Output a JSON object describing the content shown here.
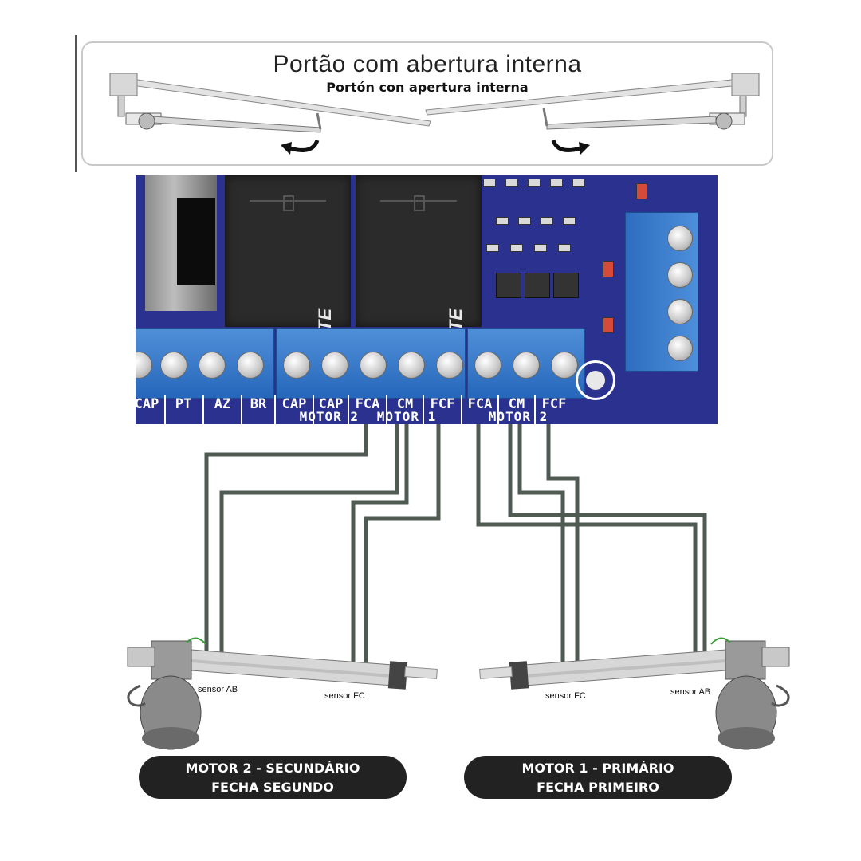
{
  "gate": {
    "title": "Portão com abertura interna",
    "subtitle": "Portón con apertura interna"
  },
  "relays": {
    "brand": "TE",
    "left": "relay-left",
    "right": "relay-right"
  },
  "board": {
    "groups": {
      "motor_2_left": "MOTOR 2",
      "motor_1": "MOTOR 1",
      "motor_2_right": "MOTOR 2"
    },
    "terminals": [
      "CAP",
      "PT",
      "AZ",
      "BR",
      "CAP",
      "CAP",
      "FCA",
      "CM",
      "FCF",
      "FCA",
      "CM",
      "FCF"
    ]
  },
  "sensors": {
    "left_ab": "sensor AB",
    "left_fc": "sensor FC",
    "right_fc": "sensor FC",
    "right_ab": "sensor AB"
  },
  "captions": {
    "left_line1": "MOTOR 2 - SECUNDÁRIO",
    "left_line2": "FECHA SEGUNDO",
    "right_line1": "MOTOR 1 - PRIMÁRIO",
    "right_line2": "FECHA PRIMEIRO"
  },
  "colors": {
    "pcb": "#2a318f",
    "terminal": "#3a7bd0",
    "wire": "#4e5a52",
    "caption_bg": "#222222"
  }
}
